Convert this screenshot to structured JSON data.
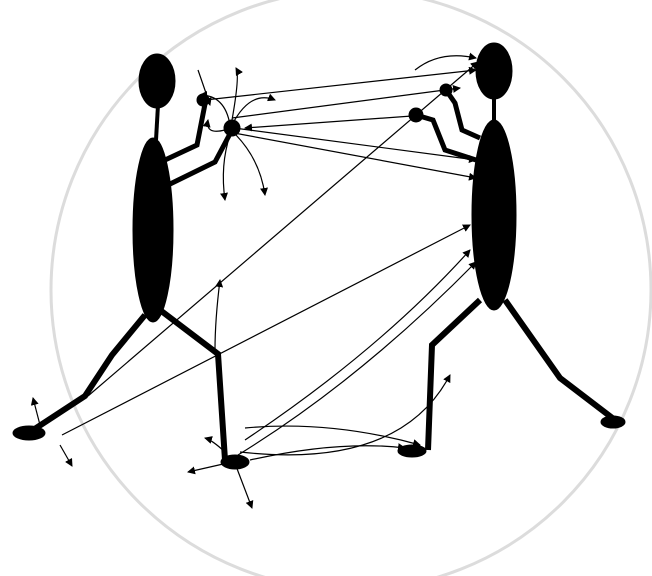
{
  "figure": {
    "colors": {
      "background": "#ffffff",
      "figure": "#000000",
      "circle": "#dcdcdc",
      "arrow": "#000000"
    },
    "subjects": [
      "left-fighter",
      "right-fighter"
    ],
    "arrow_count": 24
  }
}
